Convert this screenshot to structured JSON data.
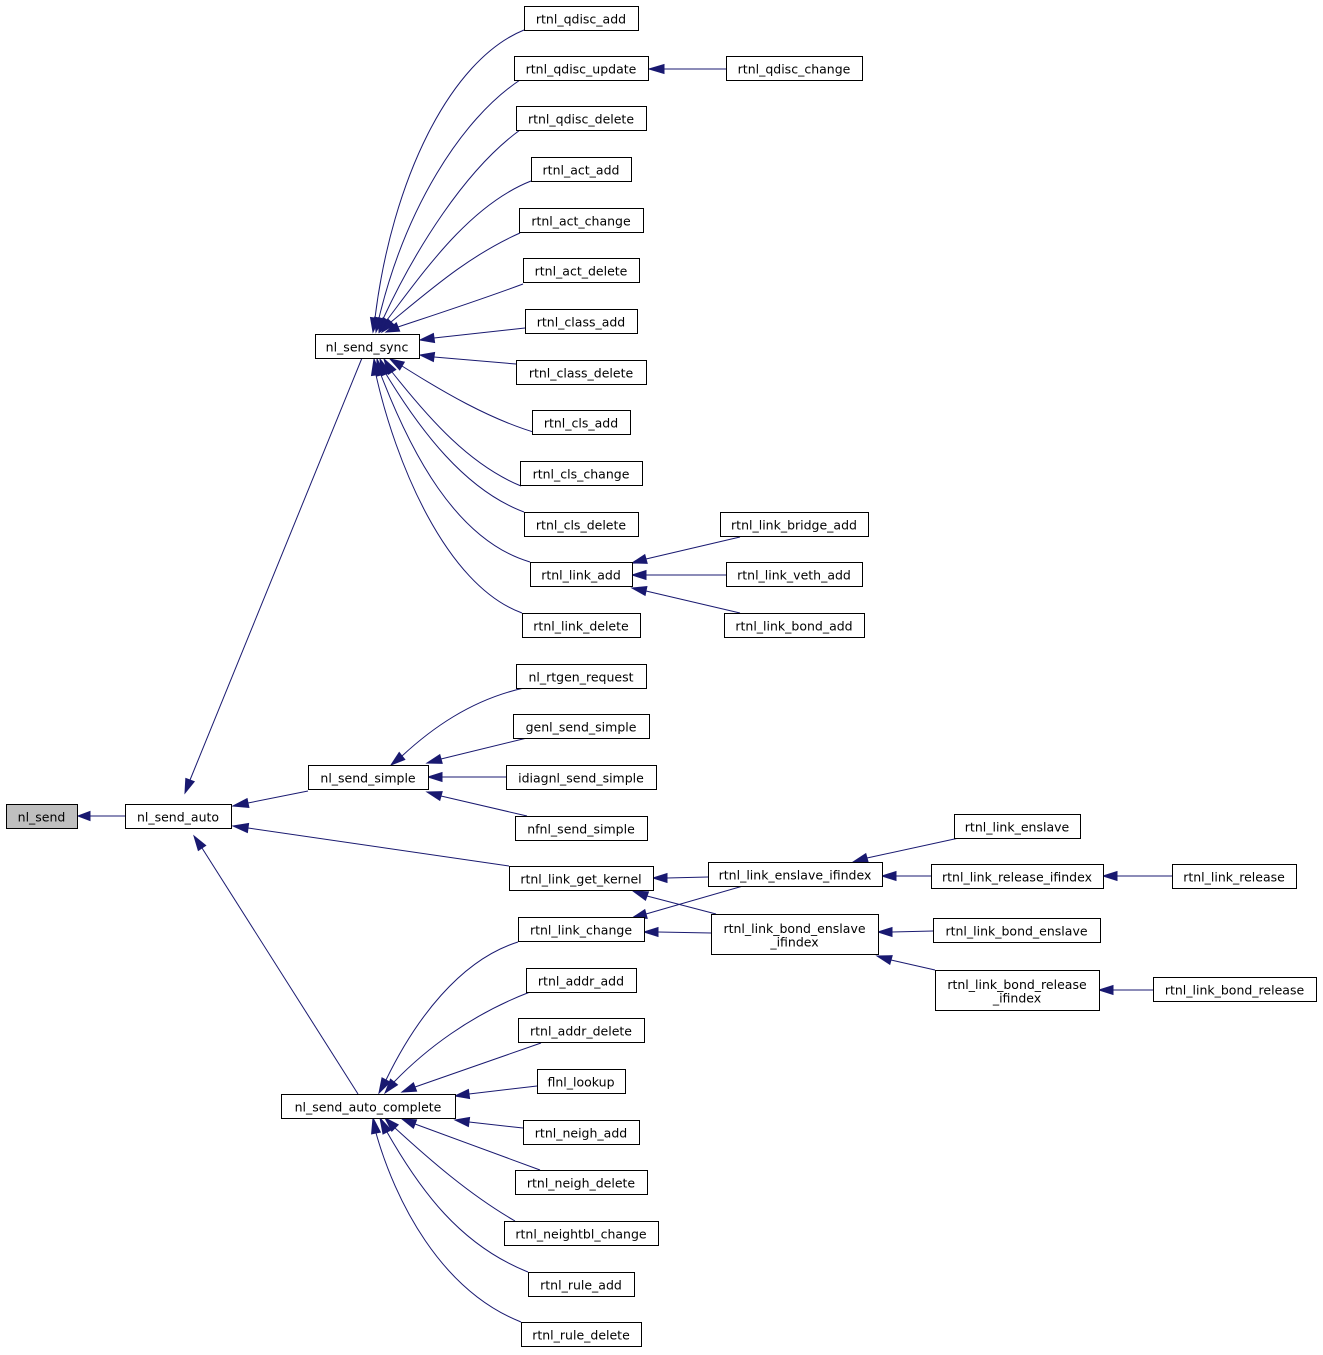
{
  "diagram": {
    "type": "call-graph",
    "nodes": [
      {
        "id": "nl_send",
        "label": "nl_send",
        "highlight": true
      },
      {
        "id": "nl_send_auto",
        "label": "nl_send_auto"
      },
      {
        "id": "nl_send_sync",
        "label": "nl_send_sync"
      },
      {
        "id": "nl_send_simple",
        "label": "nl_send_simple"
      },
      {
        "id": "rtnl_link_get_kernel",
        "label": "rtnl_link_get_kernel"
      },
      {
        "id": "nl_send_auto_complete",
        "label": "nl_send_auto_complete"
      },
      {
        "id": "rtnl_qdisc_add",
        "label": "rtnl_qdisc_add"
      },
      {
        "id": "rtnl_qdisc_update",
        "label": "rtnl_qdisc_update"
      },
      {
        "id": "rtnl_qdisc_change",
        "label": "rtnl_qdisc_change"
      },
      {
        "id": "rtnl_qdisc_delete",
        "label": "rtnl_qdisc_delete"
      },
      {
        "id": "rtnl_act_add",
        "label": "rtnl_act_add"
      },
      {
        "id": "rtnl_act_change",
        "label": "rtnl_act_change"
      },
      {
        "id": "rtnl_act_delete",
        "label": "rtnl_act_delete"
      },
      {
        "id": "rtnl_class_add",
        "label": "rtnl_class_add"
      },
      {
        "id": "rtnl_class_delete",
        "label": "rtnl_class_delete"
      },
      {
        "id": "rtnl_cls_add",
        "label": "rtnl_cls_add"
      },
      {
        "id": "rtnl_cls_change",
        "label": "rtnl_cls_change"
      },
      {
        "id": "rtnl_cls_delete",
        "label": "rtnl_cls_delete"
      },
      {
        "id": "rtnl_link_add",
        "label": "rtnl_link_add"
      },
      {
        "id": "rtnl_link_bridge_add",
        "label": "rtnl_link_bridge_add"
      },
      {
        "id": "rtnl_link_veth_add",
        "label": "rtnl_link_veth_add"
      },
      {
        "id": "rtnl_link_bond_add",
        "label": "rtnl_link_bond_add"
      },
      {
        "id": "rtnl_link_delete",
        "label": "rtnl_link_delete"
      },
      {
        "id": "nl_rtgen_request",
        "label": "nl_rtgen_request"
      },
      {
        "id": "genl_send_simple",
        "label": "genl_send_simple"
      },
      {
        "id": "idiagnl_send_simple",
        "label": "idiagnl_send_simple"
      },
      {
        "id": "nfnl_send_simple",
        "label": "nfnl_send_simple"
      },
      {
        "id": "rtnl_link_enslave",
        "label": "rtnl_link_enslave"
      },
      {
        "id": "rtnl_link_enslave_ifindex",
        "label": "rtnl_link_enslave_ifindex"
      },
      {
        "id": "rtnl_link_release_ifindex",
        "label": "rtnl_link_release_ifindex"
      },
      {
        "id": "rtnl_link_release",
        "label": "rtnl_link_release"
      },
      {
        "id": "rtnl_link_change",
        "label": "rtnl_link_change"
      },
      {
        "id": "rtnl_link_bond_enslave_ifindex",
        "label": "rtnl_link_bond_enslave\n_ifindex"
      },
      {
        "id": "rtnl_link_bond_enslave",
        "label": "rtnl_link_bond_enslave"
      },
      {
        "id": "rtnl_link_bond_release_ifindex",
        "label": "rtnl_link_bond_release\n_ifindex"
      },
      {
        "id": "rtnl_link_bond_release",
        "label": "rtnl_link_bond_release"
      },
      {
        "id": "rtnl_addr_add",
        "label": "rtnl_addr_add"
      },
      {
        "id": "rtnl_addr_delete",
        "label": "rtnl_addr_delete"
      },
      {
        "id": "flnl_lookup",
        "label": "flnl_lookup"
      },
      {
        "id": "rtnl_neigh_add",
        "label": "rtnl_neigh_add"
      },
      {
        "id": "rtnl_neigh_delete",
        "label": "rtnl_neigh_delete"
      },
      {
        "id": "rtnl_neightbl_change",
        "label": "rtnl_neightbl_change"
      },
      {
        "id": "rtnl_rule_add",
        "label": "rtnl_rule_add"
      },
      {
        "id": "rtnl_rule_delete",
        "label": "rtnl_rule_delete"
      }
    ],
    "edges": [
      {
        "from": "nl_send_auto",
        "to": "nl_send"
      },
      {
        "from": "nl_send_sync",
        "to": "nl_send_auto"
      },
      {
        "from": "nl_send_simple",
        "to": "nl_send_auto"
      },
      {
        "from": "rtnl_link_get_kernel",
        "to": "nl_send_auto"
      },
      {
        "from": "nl_send_auto_complete",
        "to": "nl_send_auto"
      },
      {
        "from": "rtnl_qdisc_add",
        "to": "nl_send_sync"
      },
      {
        "from": "rtnl_qdisc_update",
        "to": "nl_send_sync"
      },
      {
        "from": "rtnl_qdisc_delete",
        "to": "nl_send_sync"
      },
      {
        "from": "rtnl_act_add",
        "to": "nl_send_sync"
      },
      {
        "from": "rtnl_act_change",
        "to": "nl_send_sync"
      },
      {
        "from": "rtnl_act_delete",
        "to": "nl_send_sync"
      },
      {
        "from": "rtnl_class_add",
        "to": "nl_send_sync"
      },
      {
        "from": "rtnl_class_delete",
        "to": "nl_send_sync"
      },
      {
        "from": "rtnl_cls_add",
        "to": "nl_send_sync"
      },
      {
        "from": "rtnl_cls_change",
        "to": "nl_send_sync"
      },
      {
        "from": "rtnl_cls_delete",
        "to": "nl_send_sync"
      },
      {
        "from": "rtnl_link_add",
        "to": "nl_send_sync"
      },
      {
        "from": "rtnl_link_delete",
        "to": "nl_send_sync"
      },
      {
        "from": "rtnl_qdisc_change",
        "to": "rtnl_qdisc_update"
      },
      {
        "from": "rtnl_link_bridge_add",
        "to": "rtnl_link_add"
      },
      {
        "from": "rtnl_link_veth_add",
        "to": "rtnl_link_add"
      },
      {
        "from": "rtnl_link_bond_add",
        "to": "rtnl_link_add"
      },
      {
        "from": "nl_rtgen_request",
        "to": "nl_send_simple"
      },
      {
        "from": "genl_send_simple",
        "to": "nl_send_simple"
      },
      {
        "from": "idiagnl_send_simple",
        "to": "nl_send_simple"
      },
      {
        "from": "nfnl_send_simple",
        "to": "nl_send_simple"
      },
      {
        "from": "rtnl_link_enslave_ifindex",
        "to": "rtnl_link_get_kernel"
      },
      {
        "from": "rtnl_link_bond_enslave_ifindex",
        "to": "rtnl_link_get_kernel"
      },
      {
        "from": "rtnl_link_enslave",
        "to": "rtnl_link_enslave_ifindex"
      },
      {
        "from": "rtnl_link_release_ifindex",
        "to": "rtnl_link_enslave_ifindex"
      },
      {
        "from": "rtnl_link_release",
        "to": "rtnl_link_release_ifindex"
      },
      {
        "from": "rtnl_link_enslave_ifindex",
        "to": "rtnl_link_change"
      },
      {
        "from": "rtnl_link_bond_enslave_ifindex",
        "to": "rtnl_link_change"
      },
      {
        "from": "rtnl_link_bond_enslave",
        "to": "rtnl_link_bond_enslave_ifindex"
      },
      {
        "from": "rtnl_link_bond_release_ifindex",
        "to": "rtnl_link_bond_enslave_ifindex"
      },
      {
        "from": "rtnl_link_bond_release",
        "to": "rtnl_link_bond_release_ifindex"
      },
      {
        "from": "rtnl_link_change",
        "to": "nl_send_auto_complete"
      },
      {
        "from": "rtnl_addr_add",
        "to": "nl_send_auto_complete"
      },
      {
        "from": "rtnl_addr_delete",
        "to": "nl_send_auto_complete"
      },
      {
        "from": "flnl_lookup",
        "to": "nl_send_auto_complete"
      },
      {
        "from": "rtnl_neigh_add",
        "to": "nl_send_auto_complete"
      },
      {
        "from": "rtnl_neigh_delete",
        "to": "nl_send_auto_complete"
      },
      {
        "from": "rtnl_neightbl_change",
        "to": "nl_send_auto_complete"
      },
      {
        "from": "rtnl_rule_add",
        "to": "nl_send_auto_complete"
      },
      {
        "from": "rtnl_rule_delete",
        "to": "nl_send_auto_complete"
      }
    ]
  },
  "colors": {
    "edge": "#191970",
    "node_border": "#000000",
    "node_fill": "#ffffff",
    "root_fill": "#bfbfbf"
  }
}
